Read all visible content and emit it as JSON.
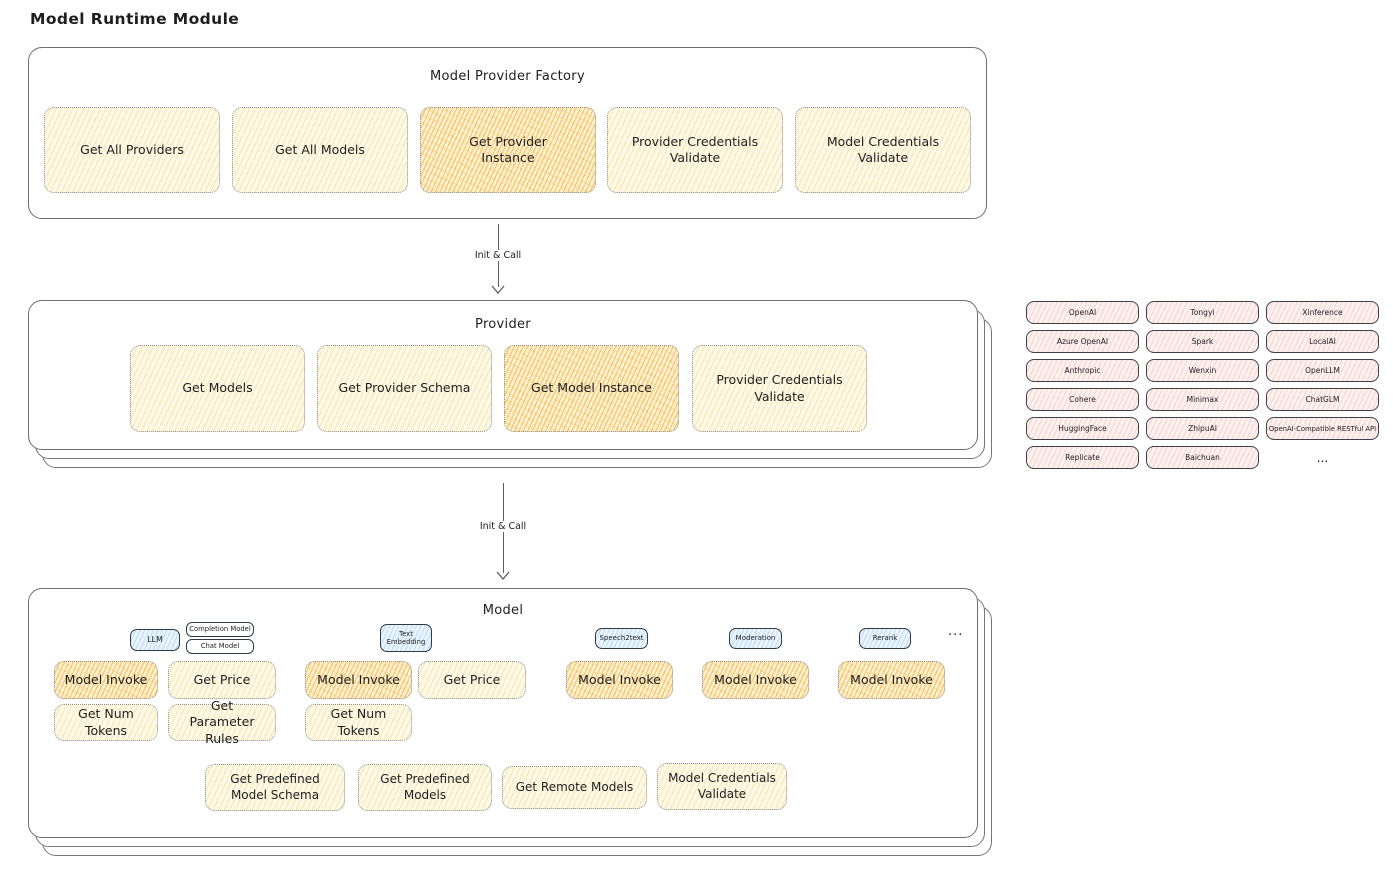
{
  "title": "Model Runtime Module",
  "factory": {
    "title": "Model Provider Factory",
    "buttons": [
      "Get All Providers",
      "Get All Models",
      "Get Provider Instance",
      "Provider Credentials Validate",
      "Model Credentials Validate"
    ]
  },
  "arrow1": {
    "label": "Init & Call"
  },
  "arrow2": {
    "label": "Init & Call"
  },
  "provider": {
    "title": "Provider",
    "buttons": [
      "Get Models",
      "Get Provider Schema",
      "Get Model Instance",
      "Provider Credentials Validate"
    ]
  },
  "grid": {
    "items": [
      "OpenAI",
      "Tongyi",
      "Xinference",
      "Azure OpenAI",
      "Spark",
      "LocalAI",
      "Anthropic",
      "Wenxin",
      "OpenLLM",
      "Cohere",
      "Minimax",
      "ChatGLM",
      "HuggingFace",
      "ZhipuAI",
      "OpenAI-Compatible RESTful API",
      "Replicate",
      "Baichuan",
      "..."
    ]
  },
  "model": {
    "title": "Model",
    "tags": {
      "llm": "LLM",
      "completion": "Completion Model",
      "chat": "Chat Model",
      "text_embedding": "Text Embedding",
      "speech2text": "Speech2text",
      "moderation": "Moderation",
      "rerank": "Rerank",
      "more": "..."
    },
    "functions": {
      "model_invoke": "Model Invoke",
      "get_price": "Get Price",
      "get_num_tokens": "Get Num Tokens",
      "get_parameter_rules": "Get Parameter Rules",
      "get_predefined_model_schema": "Get Predefined Model Schema",
      "get_predefined_models": "Get Predefined Models",
      "get_remote_models": "Get Remote Models",
      "model_credentials_validate": "Model Credentials Validate"
    }
  },
  "colors": {
    "text": "#1e1e1e",
    "panel_border": "#6e6e6e",
    "yellow_light_fill": "#fdf9e4",
    "orange_highlight_fill": "#fcf0cd",
    "orange_hatch": "#eca634",
    "pink_fill": "#fdf1ef",
    "pink_hatch": "#de746a",
    "blue_fill": "#eaf4fc",
    "blue_hatch": "#60a0dc"
  }
}
